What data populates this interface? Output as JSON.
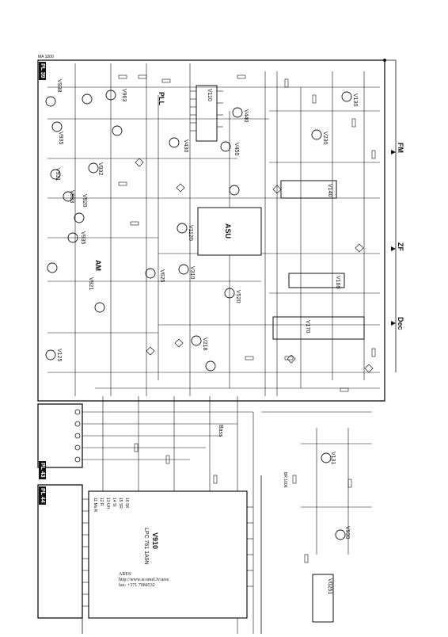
{
  "sheet": {
    "code_top": "MA 1000",
    "frame_tags": [
      "PL 39",
      "PL 43",
      "PL 44"
    ],
    "blocks": {
      "pll": "PLL",
      "am": "AM",
      "vco": "V110",
      "asic": "ASU",
      "ic_right_top": "V140",
      "ic_right_mid": "V160",
      "ic_right_low": "V170",
      "mcu": "V910",
      "mcu_part": "LPC 761 1A9N",
      "ic_lower_right": "V930",
      "ic_bottom_right": "V0251"
    },
    "signals": {
      "fm": "FM",
      "zf": "ZF",
      "dec": "Dec",
      "speaker": "Bass"
    },
    "transistors": [
      "V938",
      "V963",
      "V935",
      "V931",
      "V932",
      "V933",
      "V935",
      "V921",
      "V920",
      "V625",
      "V430",
      "V440",
      "V450",
      "V1120",
      "V130",
      "V230",
      "V310",
      "V520",
      "V218",
      "V125",
      "V131"
    ],
    "mcu_pins_left": [
      "11 Ms R",
      "12 R",
      "13 UH",
      "14 SI",
      "15 SR",
      "16 SK"
    ],
    "watermark": {
      "line1": "ARES",
      "line2": "http://www.ecomel.lv/ares",
      "line3": "fax: +371 7084532"
    },
    "version": "BR 1006"
  }
}
